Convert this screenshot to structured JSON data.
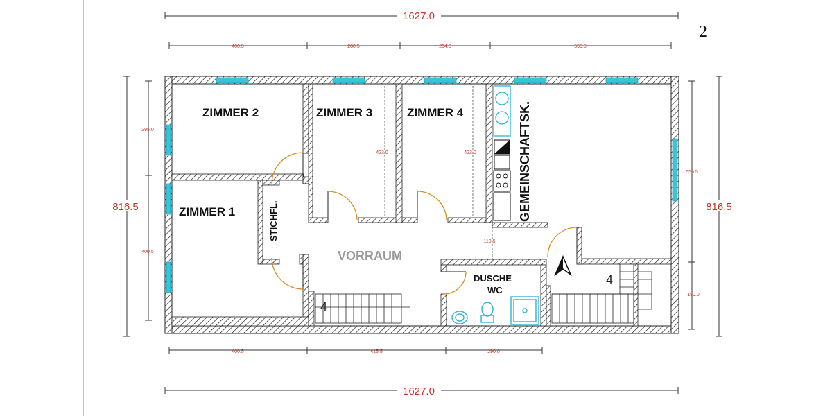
{
  "page_number": "2",
  "dimensions": {
    "total_width_top": "1627.0",
    "total_width_bottom": "1627.0",
    "total_height_left": "816.5",
    "total_height_right": "816.5",
    "top_segments": [
      "400.5",
      "280.5",
      "204.5",
      "555.5"
    ],
    "bottom_segments": [
      "400.5",
      "415.5",
      "290.0"
    ],
    "left_segments": [
      "295.0",
      "400.5"
    ],
    "right_segments": [
      "550.5",
      "190.0"
    ],
    "inner": {
      "zimmer3_height": "423.0",
      "zimmer4_height": "423.0",
      "corridor_width": "110.5"
    }
  },
  "rooms": {
    "zimmer_1": "ZIMMER 1",
    "zimmer_2": "ZIMMER 2",
    "zimmer_3": "ZIMMER 3",
    "zimmer_4": "ZIMMER 4",
    "stichfl": "STICHFL.",
    "vorraum": "VORRAUM",
    "gemeinschaftsk": "GEMEINSCHAFTSK.",
    "dusche": "DUSCHE",
    "wc": "WC"
  },
  "stair_labels": {
    "left": "4",
    "right": "4"
  },
  "colors": {
    "dimension": "#c0392b",
    "window": "#35c6dc",
    "door": "#d98e1f",
    "wall_hatch": "#222222",
    "fixture": "#2bb5d6"
  }
}
